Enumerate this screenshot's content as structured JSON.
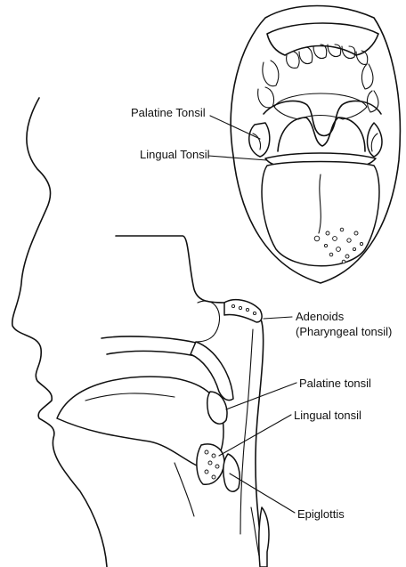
{
  "colors": {
    "line": "#111111",
    "background": "#ffffff"
  },
  "labels": {
    "mouth_palatine": "Palatine Tonsil",
    "mouth_lingual": "Lingual Tonsil",
    "adenoids": "Adenoids",
    "adenoids_alt": "(Pharyngeal tonsil)",
    "side_palatine": "Palatine tonsil",
    "side_lingual": "Lingual tonsil",
    "epiglottis": "Epiglottis"
  }
}
